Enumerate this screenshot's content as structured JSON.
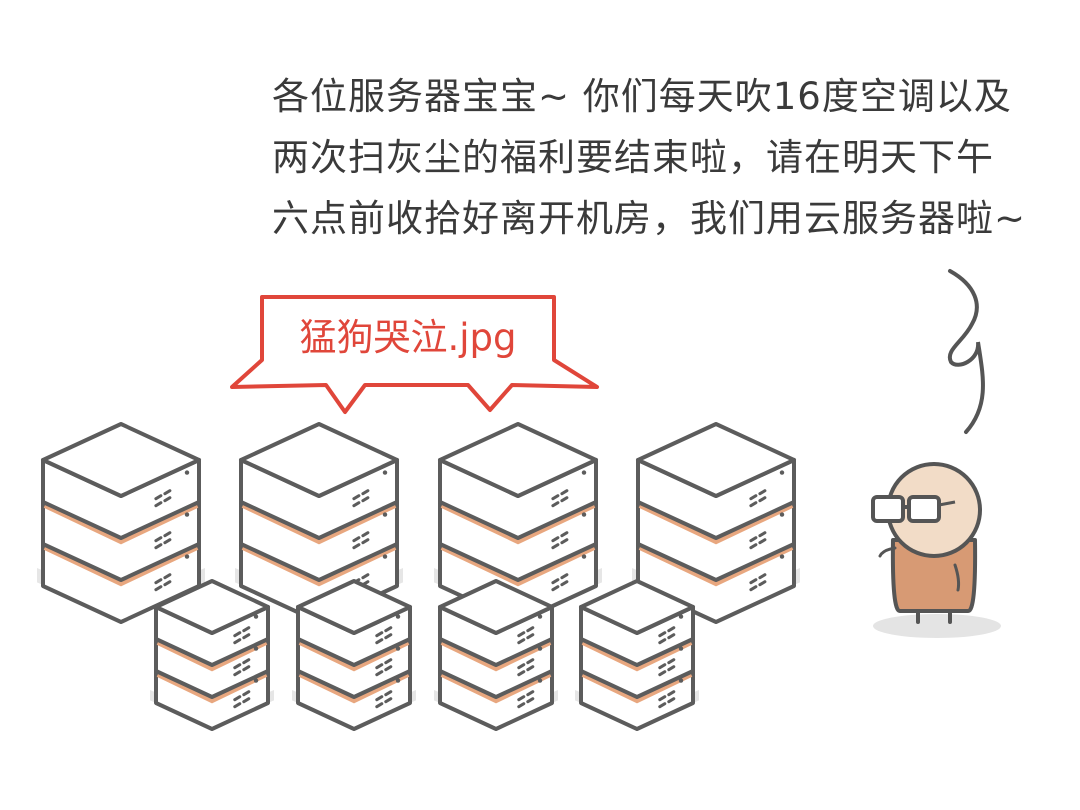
{
  "narration": {
    "lines": [
      "各位服务器宝宝~ 你们每天吹16度空调以及",
      "两次扫灰尘的福利要结束啦，请在明天下午",
      "六点前收拾好离开机房，我们用云服务器啦~"
    ]
  },
  "speech_bubble": {
    "text": "猛狗哭泣.jpg",
    "text_color": "#e0463a"
  },
  "server_stacks": {
    "back_row_count": 4,
    "front_row_count": 4,
    "units_per_stack": 3,
    "accent_color": "#e8a77f",
    "outline_color": "#5c5c5c"
  },
  "character": {
    "skin_color": "#f2dcc7",
    "body_color": "#d79a74"
  }
}
